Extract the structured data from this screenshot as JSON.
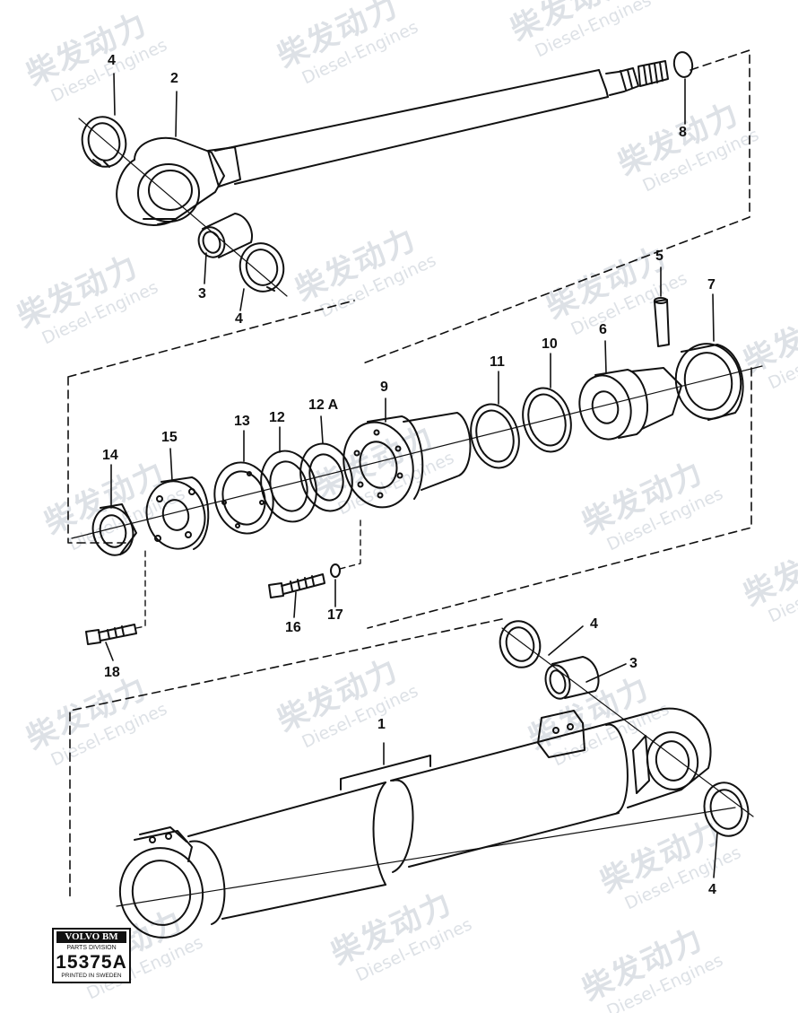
{
  "callouts": {
    "top_4a": "4",
    "top_2": "2",
    "top_8": "8",
    "top_3": "3",
    "top_4b": "4",
    "mid_5": "5",
    "mid_7": "7",
    "mid_6": "6",
    "mid_10": "10",
    "mid_11": "11",
    "mid_9": "9",
    "mid_12a": "12 A",
    "mid_12": "12",
    "mid_13": "13",
    "mid_15": "15",
    "mid_14": "14",
    "mid_16": "16",
    "mid_17": "17",
    "mid_18": "18",
    "bot_4a": "4",
    "bot_3": "3",
    "bot_1": "1",
    "bot_4b": "4"
  },
  "badge": {
    "brand": "VOLVO BM",
    "division": "PARTS DIVISION",
    "number": "15375A",
    "printed": "PRINTED IN SWEDEN"
  },
  "watermark": {
    "cn": "柴发动力",
    "en": "Diesel-Engines"
  }
}
